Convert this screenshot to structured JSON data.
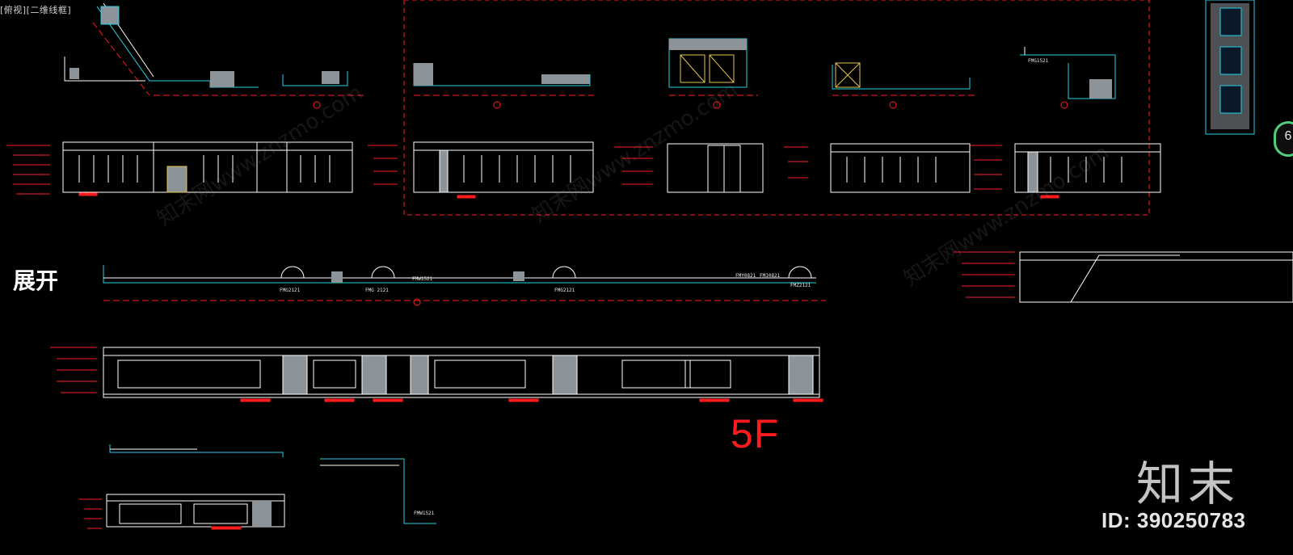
{
  "viewport": {
    "label": "[俯视][二维线框]"
  },
  "labels": {
    "expand": "展开",
    "floor": "5F"
  },
  "watermark": {
    "text": "知末网www.znzmo.com",
    "logo": "知末",
    "id": "ID: 390250783"
  },
  "door_tags": [
    "FMG2121",
    "FMG 2121",
    "FMW1521",
    "FMG2121",
    "FMY0821",
    "FMJ0821",
    "FMZ2121",
    "FMG1521",
    "FMW1521"
  ],
  "nav": {
    "badge": "6"
  },
  "colors": {
    "background": "#000000",
    "line": "#ffffff",
    "cyan": "#22d3e6",
    "red": "#ff1b1b",
    "gray_fill": "#8c9499"
  }
}
